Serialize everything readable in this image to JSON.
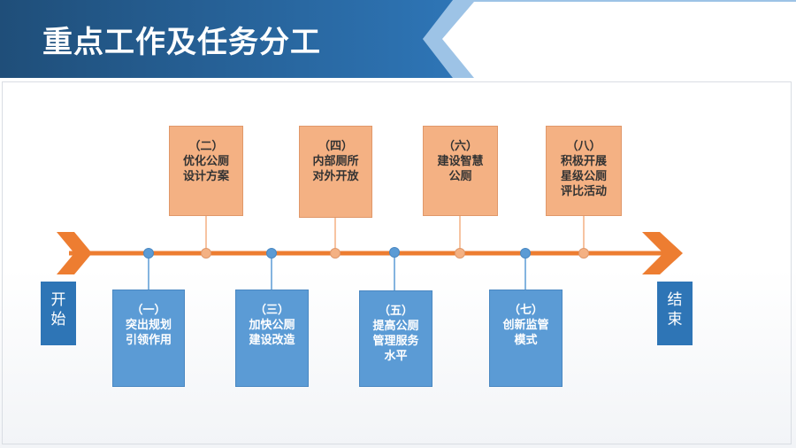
{
  "title": "重点工作及任务分工",
  "start_label": [
    "开",
    "始"
  ],
  "end_label": [
    "结",
    "束"
  ],
  "top_tasks": [
    {
      "num": "（二）",
      "lines": [
        "优化公厕",
        "设计方案"
      ]
    },
    {
      "num": "（四）",
      "lines": [
        "内部厕所",
        "对外开放"
      ]
    },
    {
      "num": "（六）",
      "lines": [
        "建设智慧",
        "公厕"
      ]
    },
    {
      "num": "（八）",
      "lines": [
        "积极开展",
        "星级公厕",
        "评比活动"
      ]
    }
  ],
  "bottom_tasks": [
    {
      "num": "（一）",
      "lines": [
        "突出规划",
        "引领作用"
      ]
    },
    {
      "num": "（三）",
      "lines": [
        "加快公厕",
        "建设改造"
      ]
    },
    {
      "num": "（五）",
      "lines": [
        "提高公厕",
        "管理服务",
        "水平"
      ]
    },
    {
      "num": "（七）",
      "lines": [
        "创新监管",
        "模式"
      ]
    }
  ],
  "colors": {
    "banner_dark": "#1f4e79",
    "banner_light": "#2e75b6",
    "timeline": "#ed7d31",
    "orange_box": "#f4b183",
    "blue_box": "#5b9bd5",
    "blue_dot": "#4a88c2",
    "end_label": "#2e75b6"
  }
}
